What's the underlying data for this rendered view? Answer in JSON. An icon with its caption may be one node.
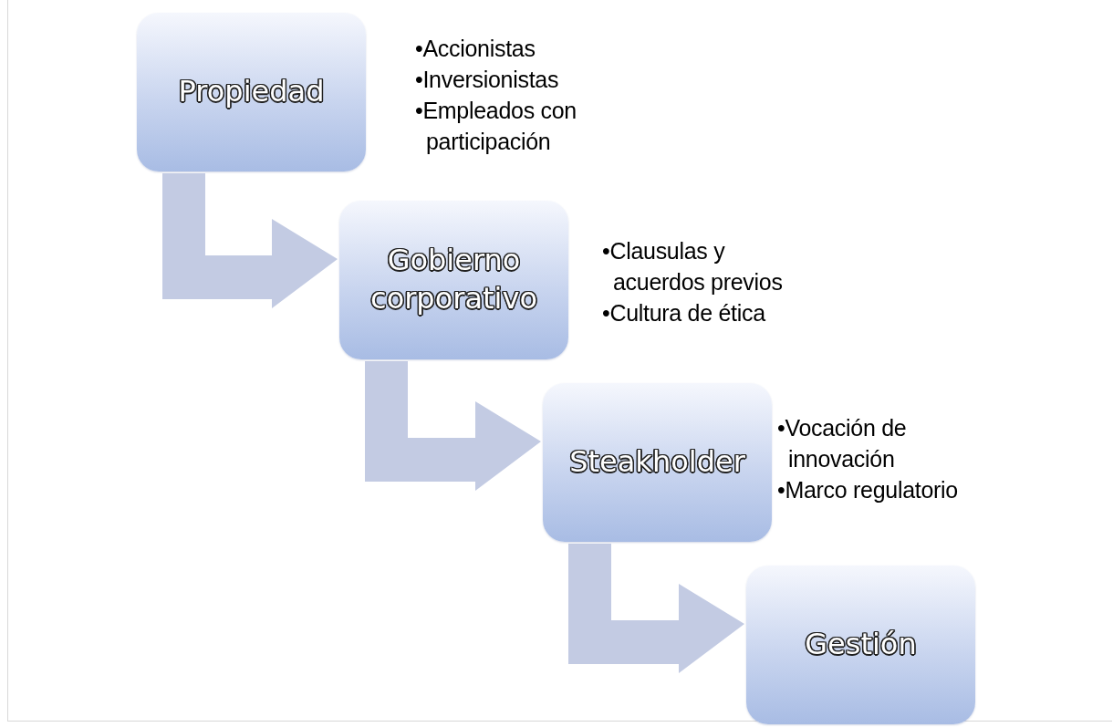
{
  "diagram": {
    "nodes": [
      {
        "text": [
          "Propiedad"
        ],
        "beside": [
          "•Accionistas",
          "•Inversionistas",
          "•Empleados con participación"
        ]
      },
      {
        "text": [
          "Gobierno corporativo"
        ],
        "beside": [
          "•Clausulas y acuerdos previos",
          "•Cultura de ética"
        ]
      },
      {
        "text": [
          "Steakholder"
        ],
        "beside": [
          "•Vocación de innovación",
          "•Marco regulatorio"
        ]
      },
      {
        "text": [
          "Gestión"
        ]
      }
    ],
    "edges": [
      {
        "from": 0,
        "to": 1,
        "arrow": "to"
      },
      {
        "from": 1,
        "to": 2,
        "arrow": "to"
      },
      {
        "from": 2,
        "to": 3,
        "arrow": "to"
      }
    ]
  }
}
